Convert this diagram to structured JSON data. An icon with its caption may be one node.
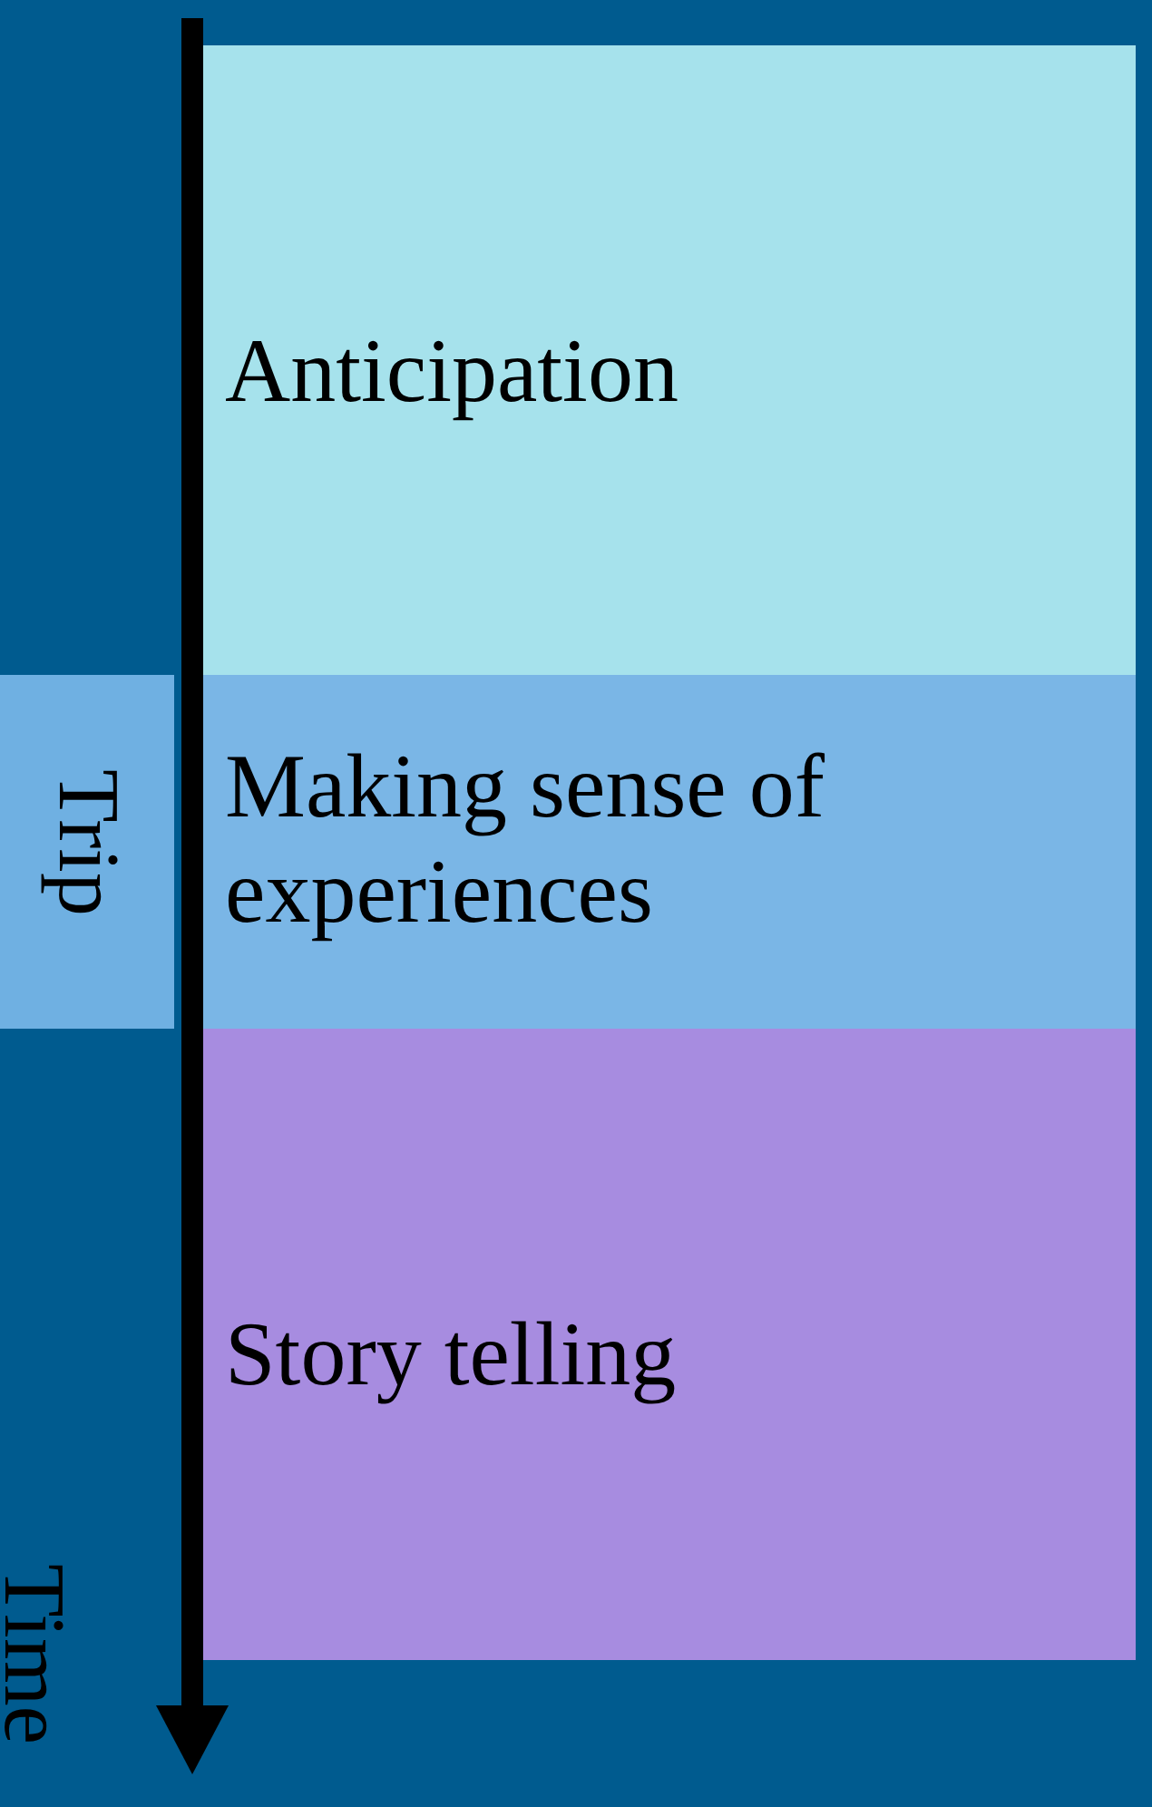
{
  "diagram": {
    "nodes": [
      {
        "text": [
          "Anticipation"
        ]
      },
      {
        "text": [
          "Making sense of experiences"
        ]
      },
      {
        "text": [
          "Story telling"
        ]
      },
      {
        "text": [
          "Trip"
        ]
      }
    ],
    "labels": [
      "Time"
    ]
  }
}
